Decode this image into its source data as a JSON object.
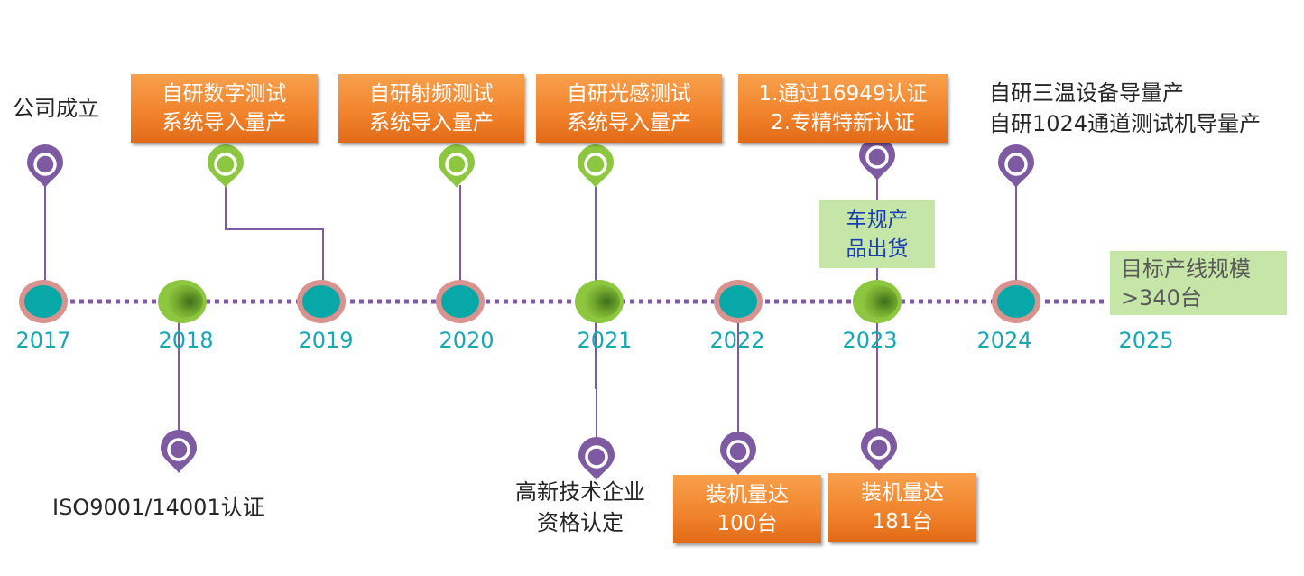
{
  "years": [
    "2017",
    "2018",
    "2019",
    "2020",
    "2021",
    "2022",
    "2023",
    "2024",
    "2025"
  ],
  "events": {
    "company_founded": "公司成立",
    "iso_cert": "ISO9001/14001认证",
    "digital_test": [
      "自研数字测试",
      "系统导入量产"
    ],
    "rf_test": [
      "自研射频测试",
      "系统导入量产"
    ],
    "optical_test": [
      "自研光感测试",
      "系统导入量产"
    ],
    "high_tech": [
      "高新技术企业",
      "资格认定"
    ],
    "cert_2023": [
      "1.通过16949认证",
      "2.专精特新认证"
    ],
    "auto_grade": [
      "车规产",
      "品出货"
    ],
    "installs_2022": [
      "装机量达",
      "100台"
    ],
    "installs_2023": [
      "装机量达",
      "181台"
    ],
    "three_temp": [
      "自研三温设备导量产",
      "自研1024通道测试机导量产"
    ],
    "target_2025": [
      "目标产线规模",
      ">340台"
    ]
  },
  "colors": {
    "teal_node": "#08a8a8",
    "node_ring": "#d9938f",
    "green_node": "#8dc63f",
    "purple_pin": "#7e5aa2",
    "green_pin": "#8dc63f",
    "connector": "#7e5aa2",
    "dotted_line": "#7e5aa2",
    "year_text": "#16a7b5"
  }
}
